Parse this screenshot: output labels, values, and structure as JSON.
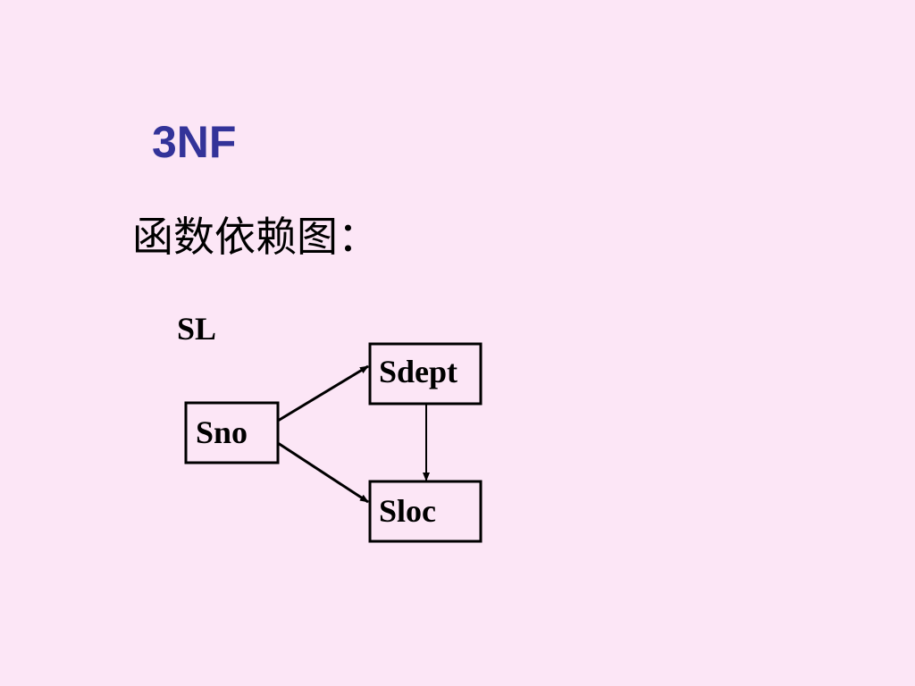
{
  "slide": {
    "title": "3NF",
    "subtitle": "函数依赖图：",
    "relation_label": "SL"
  },
  "diagram": {
    "nodes": [
      {
        "label": "Sno"
      },
      {
        "label": "Sdept"
      },
      {
        "label": "Sloc"
      }
    ],
    "edges": [
      {
        "from": "Sno",
        "to": "Sdept"
      },
      {
        "from": "Sno",
        "to": "Sloc"
      },
      {
        "from": "Sdept",
        "to": "Sloc"
      }
    ]
  },
  "colors": {
    "background": "#FCE6F6",
    "title": "#333399",
    "lines": "#000000"
  }
}
